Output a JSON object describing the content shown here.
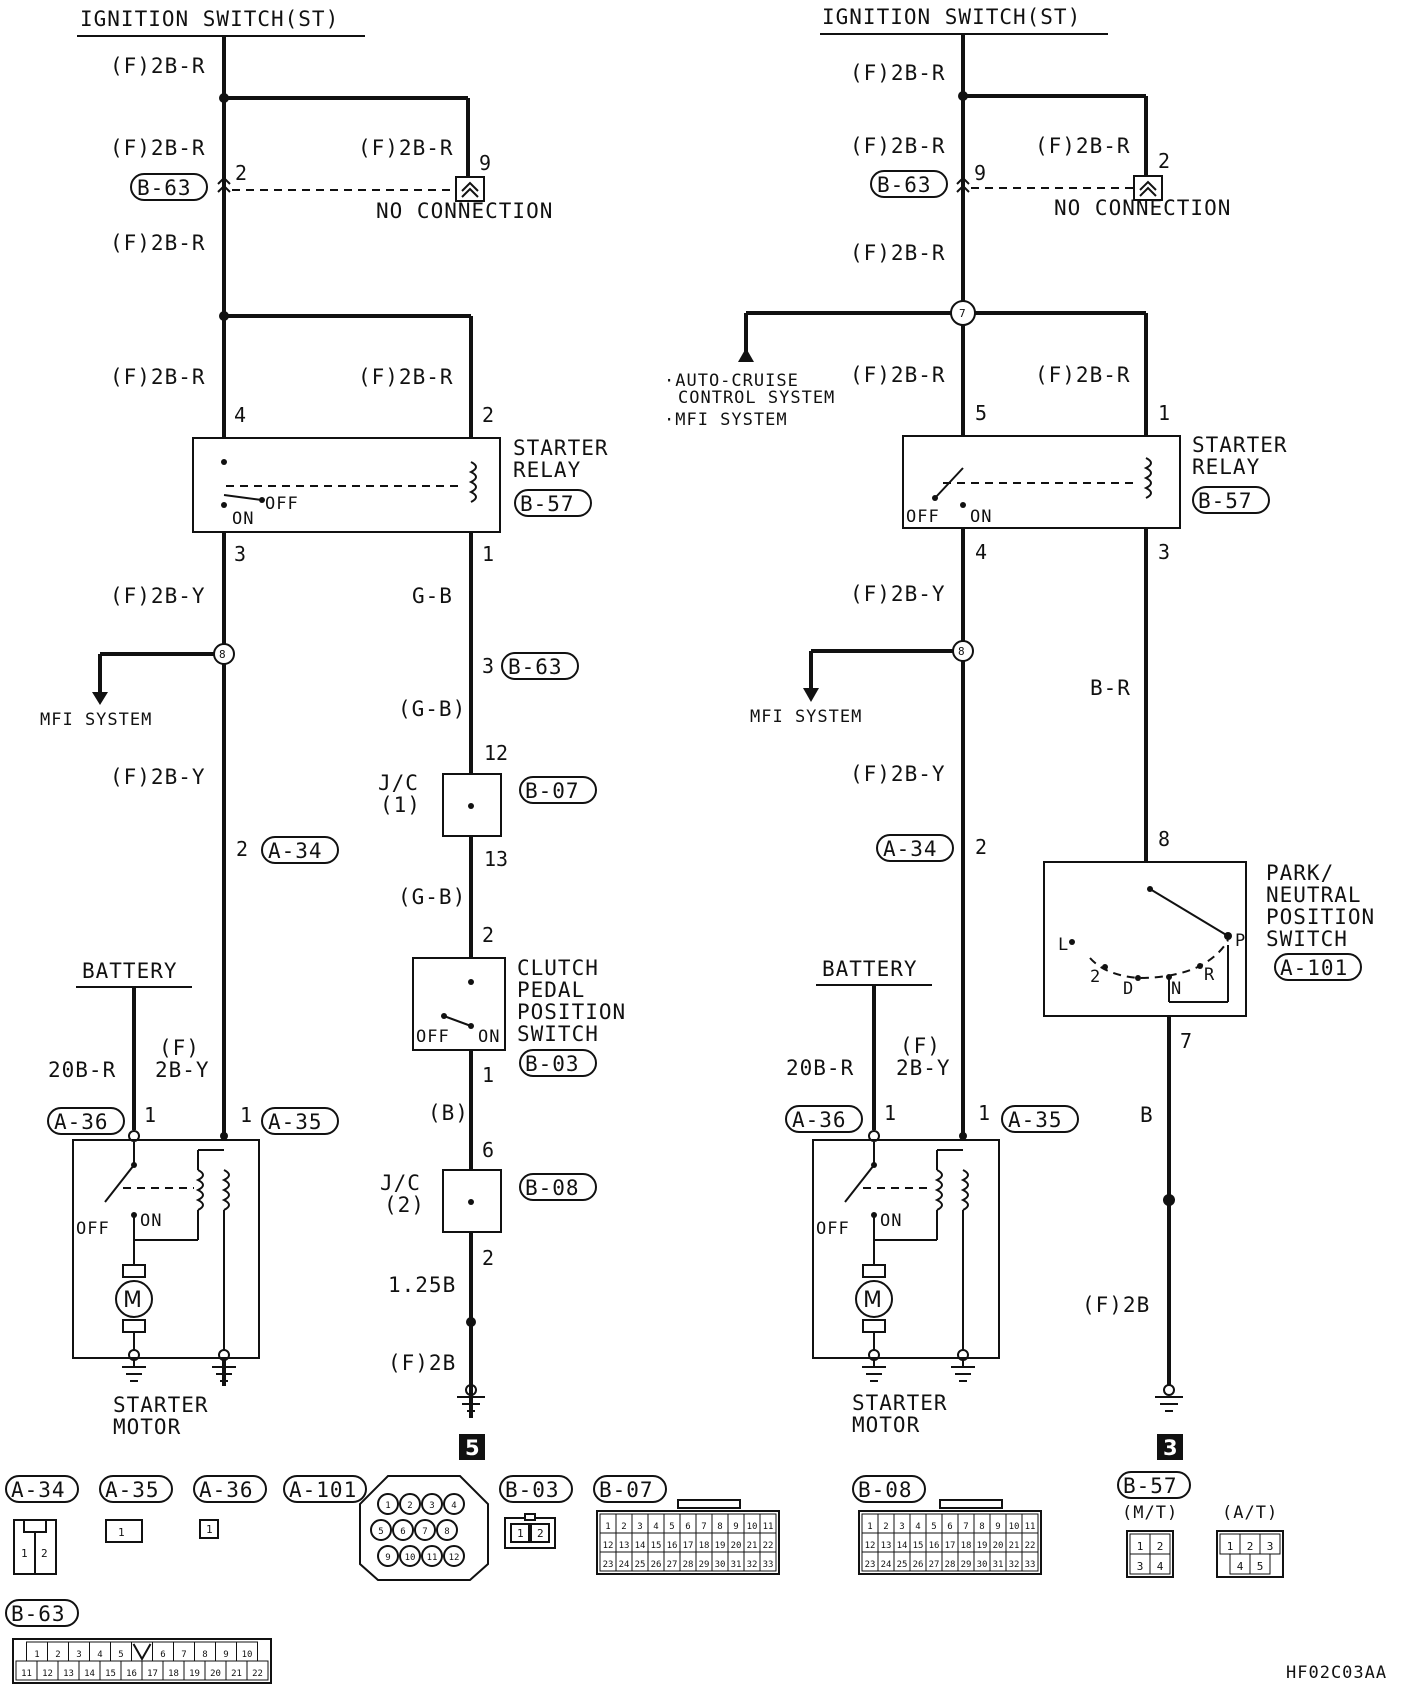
{
  "left": {
    "title": "IGNITION SWITCH(ST)",
    "wires": {
      "w1": "(F)2B-R",
      "w2": "(F)2B-R",
      "w3": "(F)2B-R",
      "w4": "(F)2B-R",
      "w5": "(F)2B-R",
      "w6": "(F)2B-Y",
      "w7": "(F)2B-Y",
      "w8": "G-B",
      "w9": "(G-B)",
      "w10": "(G-B)",
      "w11": "(B)",
      "w12": "1.25B",
      "w13": "(F)2B",
      "w14": "20B-R",
      "w15a": "(F)",
      "w15b": "2B-Y"
    },
    "pins": {
      "p_b63_a": "2",
      "p_nc": "9",
      "p_sr4": "4",
      "p_sr2": "2",
      "p_sr3": "3",
      "p_sr1": "1",
      "p_b63_3": "3",
      "p_jc1_12": "12",
      "p_jc1_13": "13",
      "p_cp2": "2",
      "p_cp1": "1",
      "p_jc2_6": "6",
      "p_jc2_2": "2",
      "p_a34": "2",
      "p_a36": "1",
      "p_a35": "1"
    },
    "tags": {
      "t_b63": "B-63",
      "t_b57": "B-57",
      "t_b63b": "B-63",
      "t_b07": "B-07",
      "t_b03": "B-03",
      "t_b08": "B-08",
      "t_a34": "A-34",
      "t_a36": "A-36",
      "t_a35": "A-35"
    },
    "nc": "NO CONNECTION",
    "relay": [
      "STARTER",
      "RELAY"
    ],
    "relay_on": "ON",
    "relay_off": "OFF",
    "jc1": [
      "J/C",
      "(1)"
    ],
    "jc2": [
      "J/C",
      "(2)"
    ],
    "clutch": [
      "CLUTCH",
      "PEDAL",
      "POSITION",
      "SWITCH"
    ],
    "sw_on": "ON",
    "sw_off": "OFF",
    "battery": "BATTERY",
    "motor": [
      "STARTER",
      "MOTOR"
    ],
    "motor_on": "ON",
    "motor_off": "OFF",
    "m": "M",
    "junction": "8",
    "mfi": "MFI SYSTEM",
    "mt_badge": "5"
  },
  "right": {
    "title": "IGNITION SWITCH(ST)",
    "wires": {
      "w1": "(F)2B-R",
      "w2": "(F)2B-R",
      "w3": "(F)2B-R",
      "w4": "(F)2B-R",
      "w5": "(F)2B-R",
      "w6": "(F)2B-Y",
      "w7": "(F)2B-Y",
      "w8": "B-R",
      "w9": "B",
      "w10": "(F)2B",
      "w14": "20B-R",
      "w15a": "(F)",
      "w15b": "2B-Y"
    },
    "pins": {
      "p_b63_a": "9",
      "p_nc": "2",
      "p_sr5": "5",
      "p_sr1": "1",
      "p_sr4": "4",
      "p_sr3": "3",
      "p_pn8": "8",
      "p_pn7": "7",
      "p_a34": "2",
      "p_a36": "1",
      "p_a35": "1"
    },
    "tags": {
      "t_b63": "B-63",
      "t_b57": "B-57",
      "t_a101": "A-101",
      "t_a34": "A-34",
      "t_a36": "A-36",
      "t_a35": "A-35"
    },
    "nc": "NO CONNECTION",
    "relay": [
      "STARTER",
      "RELAY"
    ],
    "relay_on": "ON",
    "relay_off": "OFF",
    "auto_cruise": [
      "·AUTO-CRUISE",
      "CONTROL SYSTEM",
      "·MFI SYSTEM"
    ],
    "pn": [
      "PARK/",
      "NEUTRAL",
      "POSITION",
      "SWITCH"
    ],
    "pn_positions": {
      "L": "L",
      "two": "2",
      "D": "D",
      "N": "N",
      "R": "R",
      "P": "P"
    },
    "battery": "BATTERY",
    "motor": [
      "STARTER",
      "MOTOR"
    ],
    "motor_on": "ON",
    "motor_off": "OFF",
    "m": "M",
    "junction_top": "7",
    "junction": "8",
    "mfi": "MFI SYSTEM",
    "at_badge": "3"
  },
  "connectors": {
    "labels": {
      "a34": "A-34",
      "a35": "A-35",
      "a36": "A-36",
      "a101": "A-101",
      "b03": "B-03",
      "b07": "B-07",
      "b08": "B-08",
      "b57": "B-57",
      "b63": "B-63"
    },
    "a34_pins": [
      "1",
      "2"
    ],
    "a35_pins": [
      "1"
    ],
    "a36_pins": [
      "1"
    ],
    "a101_pins": [
      "1",
      "2",
      "3",
      "4",
      "5",
      "6",
      "7",
      "8",
      "9",
      "10",
      "11",
      "12"
    ],
    "b03_pins": [
      "1",
      "2"
    ],
    "b07_rows": [
      [
        "1",
        "2",
        "3",
        "4",
        "5",
        "6",
        "7",
        "8",
        "9",
        "10",
        "11"
      ],
      [
        "12",
        "13",
        "14",
        "15",
        "16",
        "17",
        "18",
        "19",
        "20",
        "21",
        "22"
      ],
      [
        "23",
        "24",
        "25",
        "26",
        "27",
        "28",
        "29",
        "30",
        "31",
        "32",
        "33"
      ]
    ],
    "b08_rows": [
      [
        "1",
        "2",
        "3",
        "4",
        "5",
        "6",
        "7",
        "8",
        "9",
        "10",
        "11"
      ],
      [
        "12",
        "13",
        "14",
        "15",
        "16",
        "17",
        "18",
        "19",
        "20",
        "21",
        "22"
      ],
      [
        "23",
        "24",
        "25",
        "26",
        "27",
        "28",
        "29",
        "30",
        "31",
        "32",
        "33"
      ]
    ],
    "b57_mt_label": "(M/T)",
    "b57_at_label": "(A/T)",
    "b57_mt_rows": [
      [
        "1",
        "2"
      ],
      [
        "3",
        "4"
      ]
    ],
    "b57_at_rows": [
      [
        "1",
        "2",
        "3"
      ],
      [
        "4",
        "5"
      ]
    ],
    "b63_rows": [
      [
        "1",
        "2",
        "3",
        "4",
        "5",
        "",
        "6",
        "7",
        "8",
        "9",
        "10"
      ],
      [
        "11",
        "12",
        "13",
        "14",
        "15",
        "16",
        "17",
        "18",
        "19",
        "20",
        "21",
        "22"
      ]
    ]
  },
  "code": "HF02C03AA"
}
